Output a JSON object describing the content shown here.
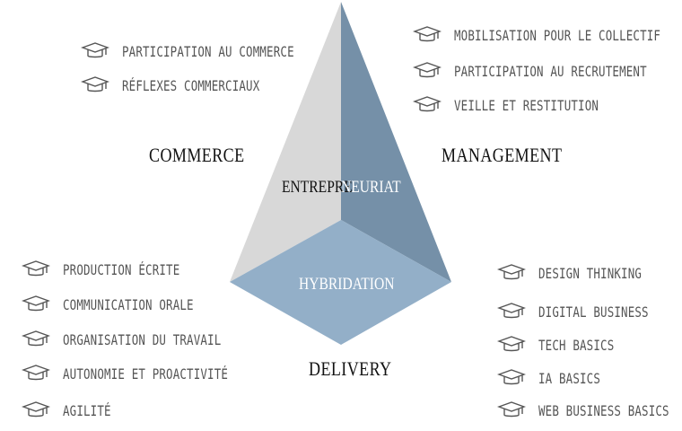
{
  "axes": {
    "commerce": "COMMERCE",
    "management": "MANAGEMENT",
    "delivery": "DELIVERY"
  },
  "center": {
    "top_left": "ENTREPRE",
    "top_right": "NEURIAT",
    "bottom": "HYBRIDATION"
  },
  "icon": "graduation-cap-icon",
  "colors": {
    "left_face": "#d8d8d8",
    "right_face": "#7590a8",
    "bottom_face": "#93afc8",
    "center_text_light": "#ffffff"
  },
  "groups": {
    "commerce": [
      "PARTICIPATION AU COMMERCE",
      "RÉFLEXES COMMERCIAUX"
    ],
    "management": [
      "MOBILISATION POUR LE COLLECTIF",
      "PARTICIPATION AU RECRUTEMENT",
      "VEILLE ET RESTITUTION"
    ],
    "delivery": [
      "PRODUCTION ÉCRITE",
      "COMMUNICATION ORALE",
      "ORGANISATION DU TRAVAIL",
      "AUTONOMIE ET PROACTIVITÉ",
      "AGILITÉ"
    ],
    "tech": [
      "DESIGN THINKING",
      "DIGITAL BUSINESS",
      "TECH BASICS",
      "IA BASICS",
      "WEB BUSINESS BASICS"
    ]
  }
}
